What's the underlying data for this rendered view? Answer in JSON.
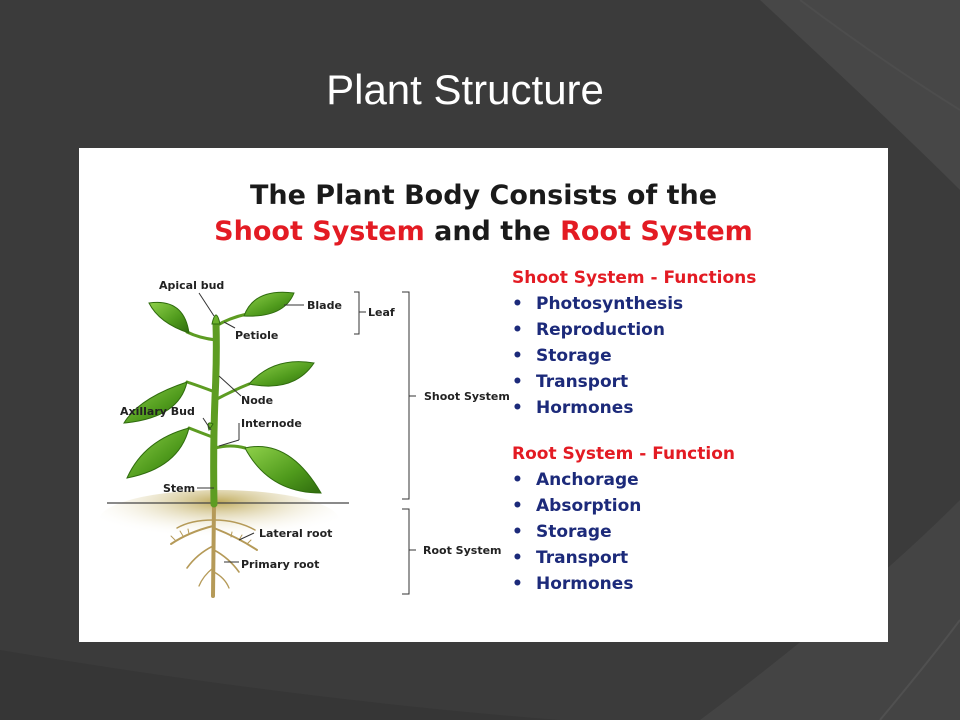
{
  "slide": {
    "title": "Plant Structure"
  },
  "panel": {
    "heading_line1": "The Plant Body Consists of the",
    "heading_line2_part1": "Shoot System",
    "heading_line2_part2": " and the ",
    "heading_line2_part3": "Root System"
  },
  "diagram_labels": {
    "apical_bud": "Apical bud",
    "blade": "Blade",
    "leaf": "Leaf",
    "petiole": "Petiole",
    "node": "Node",
    "axillary_bud": "Axillary Bud",
    "internode": "Internode",
    "shoot_system": "Shoot System",
    "stem": "Stem",
    "lateral_root": "Lateral root",
    "primary_root": "Primary root",
    "root_system": "Root System"
  },
  "shoot_functions": {
    "title": "Shoot System - Functions",
    "items": [
      "Photosynthesis",
      "Reproduction",
      "Storage",
      "Transport",
      "Hormones"
    ]
  },
  "root_functions": {
    "title": "Root System - Function",
    "items": [
      "Anchorage",
      "Absorption",
      "Storage",
      "Transport",
      "Hormones"
    ]
  },
  "colors": {
    "background": "#3b3b3b",
    "accent_red": "#e31b23",
    "list_blue": "#1c2a7a",
    "leaf_green": "#4f9a1c"
  },
  "bullet": "•"
}
